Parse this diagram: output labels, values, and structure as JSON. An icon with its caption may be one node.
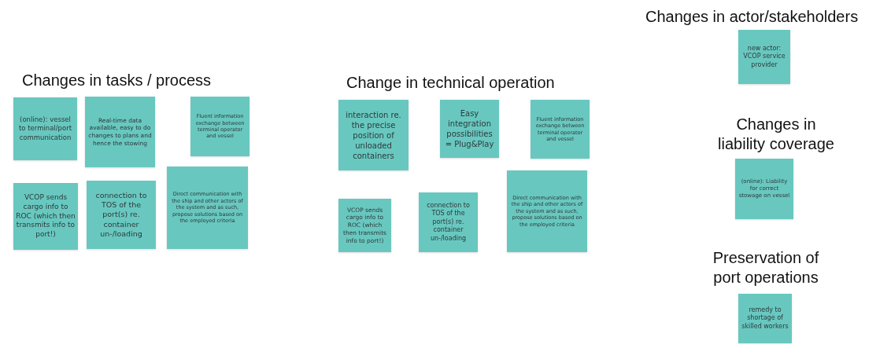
{
  "diagram": {
    "nodes": [
      {
        "text": [
          "(online): vessel to terminal/port communication"
        ]
      },
      {
        "text": [
          "Real-time data available, easy to do changes to plans and hence the stowing"
        ]
      },
      {
        "text": [
          "Fluent information exchange between terminal operator and vessel"
        ]
      },
      {
        "text": [
          "VCOP sends cargo info to ROC (which then transmits info to port!)"
        ]
      },
      {
        "text": [
          "connection to TOS of the port(s) re. container un-/loading"
        ]
      },
      {
        "text": [
          "Direct communication with the ship and other actors of the system and as such, propose solutions based on the employed criteria"
        ]
      },
      {
        "text": [
          "interaction re. the precise position of unloaded containers"
        ]
      },
      {
        "text": [
          "Easy integration possibilities = Plug&Play"
        ]
      },
      {
        "text": [
          "Fluent information exchange between terminal operator and vessel"
        ]
      },
      {
        "text": [
          "VCOP sends cargo info to ROC (which then transmits info to port!)"
        ]
      },
      {
        "text": [
          "connection to TOS of the port(s) re. container un-/loading"
        ]
      },
      {
        "text": [
          "Direct communication with the ship and other actors of the system and as such, propose solutions based on the employed criteria"
        ]
      },
      {
        "text": [
          "new actor: VCOP service provider"
        ]
      },
      {
        "text": [
          "(online): Liability for correct stowage on vessel"
        ]
      },
      {
        "text": [
          "remedy to shortage of skilled workers"
        ]
      }
    ],
    "labels": [
      "Changes in actor/stakeholders",
      "Changes in tasks / process",
      "Change in technical operation",
      "Changes in liability coverage",
      "Preservation of port operations"
    ]
  }
}
